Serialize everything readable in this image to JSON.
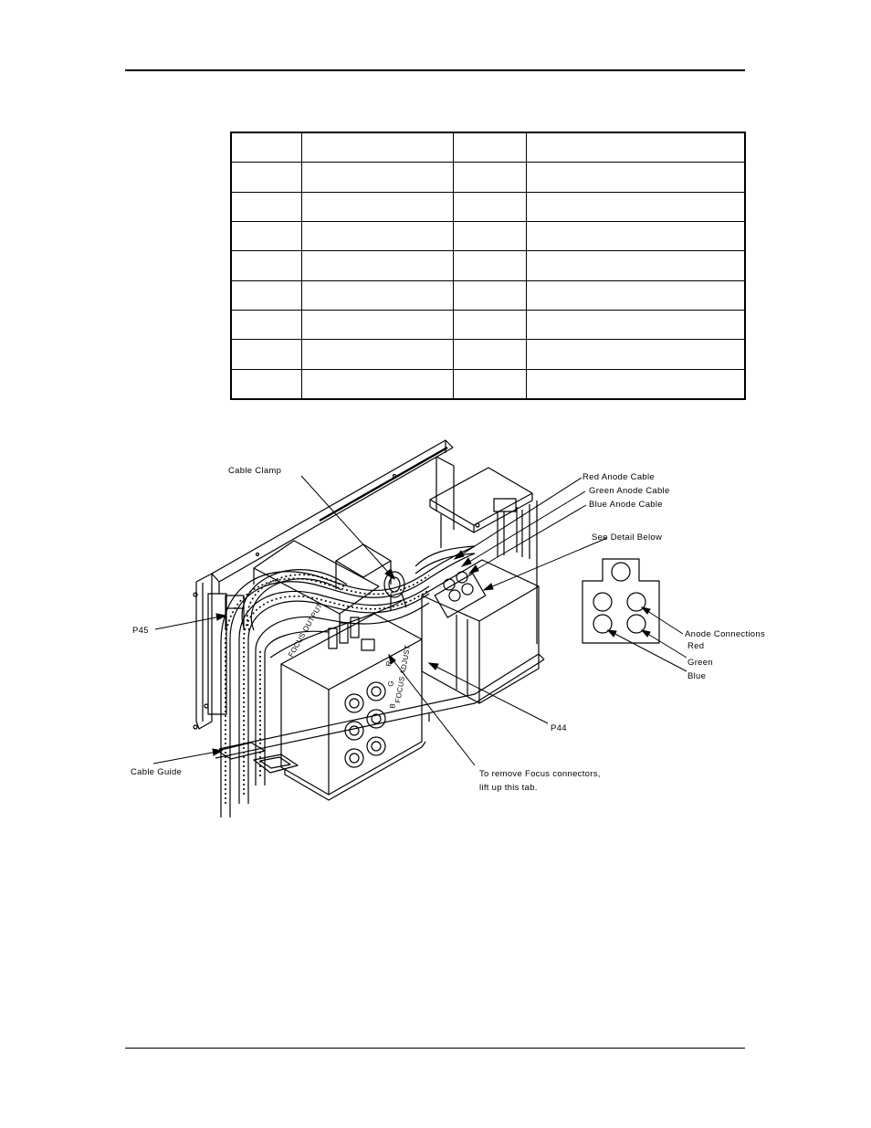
{
  "table": {
    "rows": [
      [
        "",
        "",
        "",
        ""
      ],
      [
        "",
        "",
        "",
        ""
      ],
      [
        "",
        "",
        "",
        ""
      ],
      [
        "",
        "",
        "",
        ""
      ],
      [
        "",
        "",
        "",
        ""
      ],
      [
        "",
        "",
        "",
        ""
      ],
      [
        "",
        "",
        "",
        ""
      ],
      [
        "",
        "",
        "",
        ""
      ],
      [
        "",
        "",
        "",
        ""
      ]
    ]
  },
  "figure": {
    "callouts": {
      "cable_clamp": "Cable Clamp",
      "red_anode_cable": "Red Anode Cable",
      "green_anode_cable": "Green Anode Cable",
      "blue_anode_cable": "Blue Anode Cable",
      "see_detail_below": "See Detail Below",
      "p45": "P45",
      "p44": "P44",
      "cable_guide": "Cable Guide",
      "focus_note_line1": "To remove Focus connectors,",
      "focus_note_line2": "lift up this tab."
    },
    "detail": {
      "anode_connections": "Anode Connections",
      "red": "Red",
      "green": "Green",
      "blue": "Blue"
    },
    "module_labels": {
      "focus_output": "FOCUS OUTPUT",
      "focus_adjust": "FOCUS ADJUST",
      "r": "R",
      "g": "G",
      "b": "B"
    }
  }
}
